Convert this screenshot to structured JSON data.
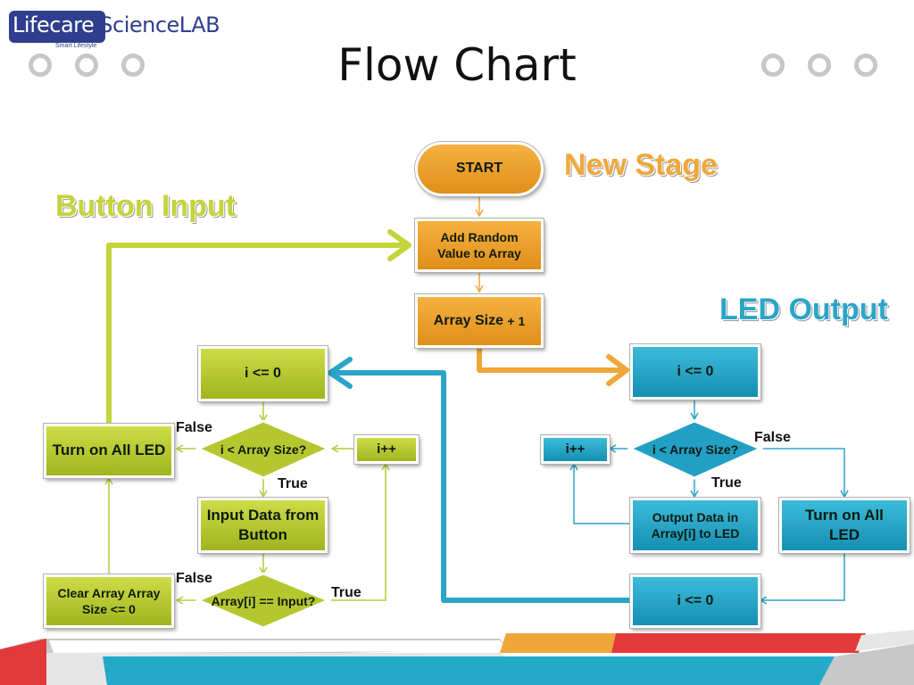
{
  "header": {
    "logo_text_part1": "Lifecare",
    "logo_text_part2": "ScienceLAB",
    "logo_tagline": "Smart Lifestyle",
    "title": "Flow Chart"
  },
  "sections": {
    "new_stage": "New Stage",
    "button_input": "Button Input",
    "led_output": "LED Output"
  },
  "colors": {
    "orange": "#f0a73a",
    "green": "#c4d43a",
    "blue": "#2aa5c8"
  },
  "orange_flow": {
    "start": "START",
    "add_random": "Add Random Value to Array",
    "array_size_main": "Array Size",
    "array_size_suffix": "+ 1"
  },
  "button_flow": {
    "init": "i <= 0",
    "condition": "i < Array Size?",
    "increment": "i++",
    "input_data": "Input Data from Button",
    "compare": "Array[i] == Input?",
    "turn_on_all": "Turn on All LED",
    "clear_array": "Clear Array Array Size <= 0",
    "false_label_1": "False",
    "true_label_1": "True",
    "false_label_2": "False",
    "true_label_2": "True"
  },
  "led_flow": {
    "init": "i <= 0",
    "condition": "i < Array Size?",
    "increment": "i++",
    "output_data": "Output Data in Array[i] to LED",
    "turn_on_all": "Turn on All LED",
    "reset": "i <= 0",
    "false_label": "False",
    "true_label": "True"
  }
}
